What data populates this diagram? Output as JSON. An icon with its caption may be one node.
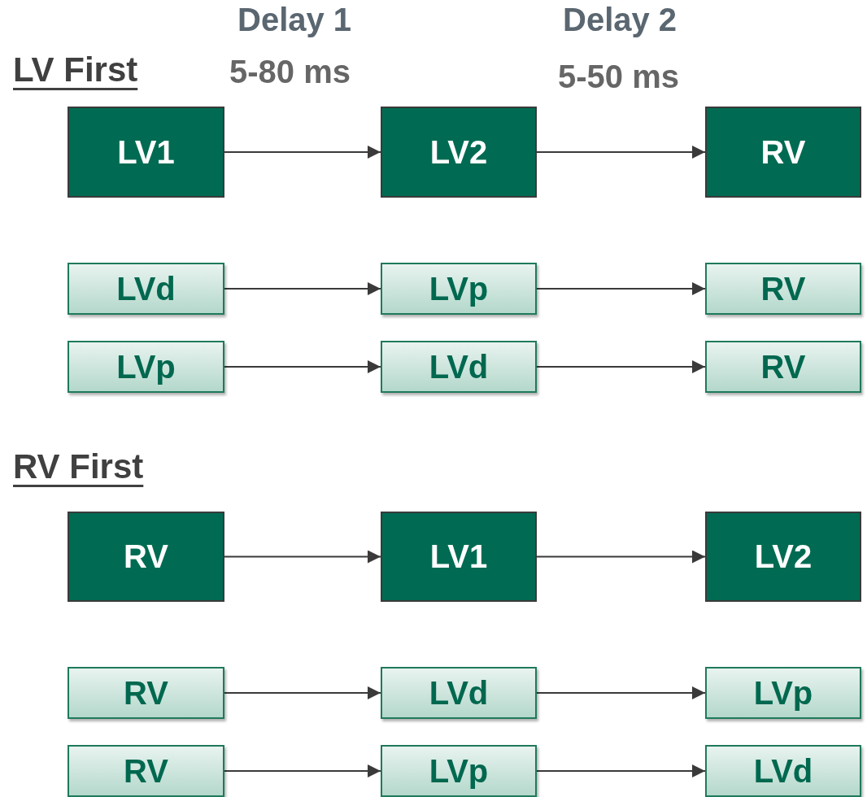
{
  "diagram": {
    "nodes": [
      {
        "text": [
          "LV1"
        ]
      },
      {
        "text": [
          "LV2"
        ]
      },
      {
        "text": [
          "RV"
        ]
      },
      {
        "text": [
          "LVd"
        ]
      },
      {
        "text": [
          "LVp"
        ]
      },
      {
        "text": [
          "RV"
        ]
      },
      {
        "text": [
          "LVp"
        ]
      },
      {
        "text": [
          "LVd"
        ]
      },
      {
        "text": [
          "RV"
        ]
      },
      {
        "text": [
          "RV"
        ]
      },
      {
        "text": [
          "LV1"
        ]
      },
      {
        "text": [
          "LV2"
        ]
      },
      {
        "text": [
          "RV"
        ]
      },
      {
        "text": [
          "LVd"
        ]
      },
      {
        "text": [
          "LVp"
        ]
      },
      {
        "text": [
          "RV"
        ]
      },
      {
        "text": [
          "LVp"
        ]
      },
      {
        "text": [
          "LVd"
        ]
      }
    ],
    "edges": [
      {
        "from": 0,
        "to": 1,
        "arrow": "to"
      },
      {
        "from": 1,
        "to": 2,
        "arrow": "to"
      },
      {
        "from": 3,
        "to": 4,
        "arrow": "to"
      },
      {
        "from": 4,
        "to": 5,
        "arrow": "to"
      },
      {
        "from": 6,
        "to": 7,
        "arrow": "to"
      },
      {
        "from": 7,
        "to": 8,
        "arrow": "to"
      },
      {
        "from": 9,
        "to": 10,
        "arrow": "to"
      },
      {
        "from": 10,
        "to": 11,
        "arrow": "to"
      },
      {
        "from": 12,
        "to": 13,
        "arrow": "to"
      },
      {
        "from": 13,
        "to": 14,
        "arrow": "to"
      },
      {
        "from": 15,
        "to": 16,
        "arrow": "to"
      },
      {
        "from": 16,
        "to": 17,
        "arrow": "to"
      }
    ],
    "labels": [
      "Delay 1",
      "Delay 2",
      "LV First",
      "5-80 ms",
      "5-50 ms",
      "RV First"
    ]
  }
}
